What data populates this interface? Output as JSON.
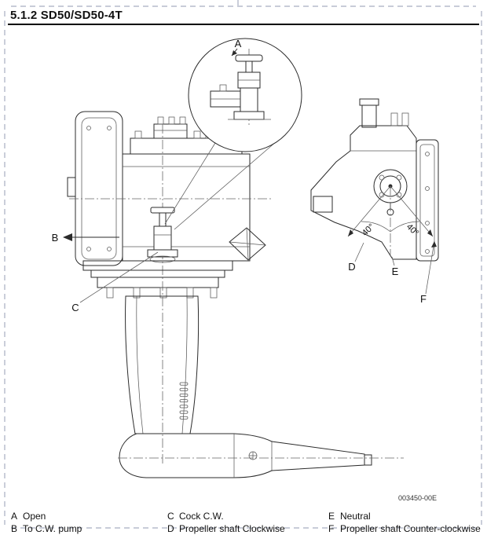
{
  "header": {
    "title": "5.1.2 SD50/SD50-4T"
  },
  "figure": {
    "code": "003450-00E",
    "labels": {
      "a": "A",
      "b": "B",
      "c": "C",
      "d": "D",
      "e": "E",
      "f": "F"
    },
    "angles": {
      "left": "40°",
      "right": "40°"
    }
  },
  "legend": {
    "items": [
      {
        "key": "A",
        "text": "Open"
      },
      {
        "key": "B",
        "text": "To C.W. pump"
      },
      {
        "key": "C",
        "text": "Cock C.W."
      },
      {
        "key": "D",
        "text": "Propeller shaft Clockwise"
      },
      {
        "key": "E",
        "text": "Neutral"
      },
      {
        "key": "F",
        "text": "Propeller shaft Counter-clockwise"
      }
    ]
  }
}
